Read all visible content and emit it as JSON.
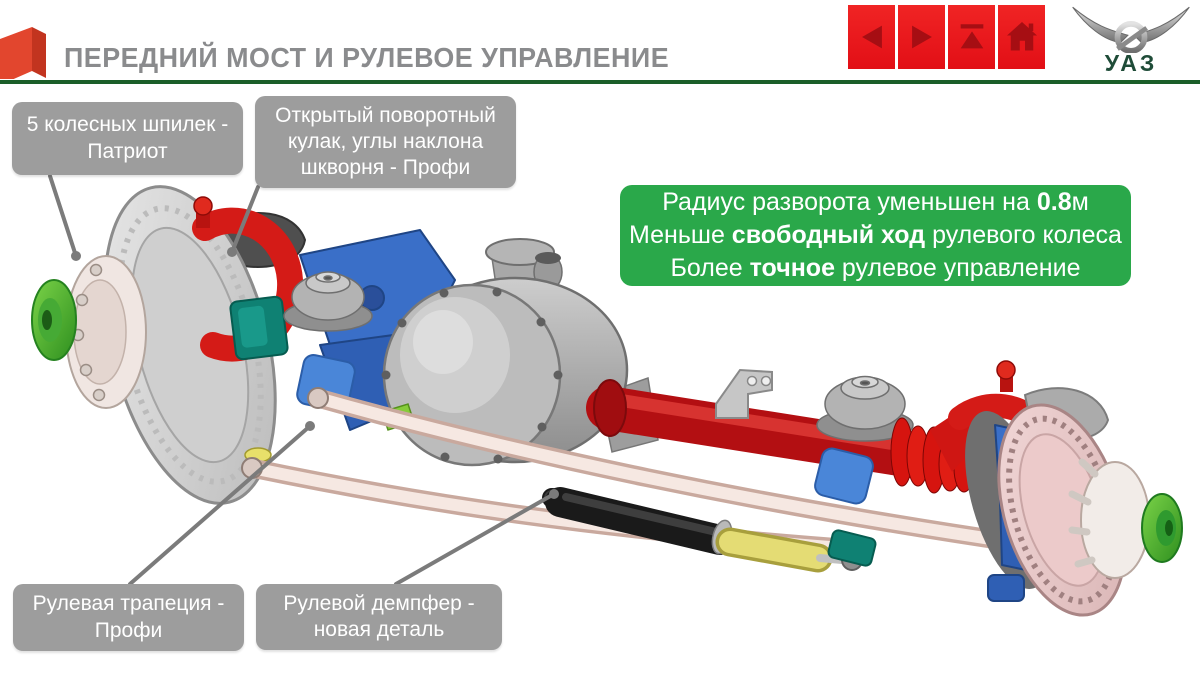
{
  "header": {
    "title": "ПЕРЕДНИЙ МОСТ И РУЛЕВОЕ УПРАВЛЕНИЕ",
    "brand": "УАЗ"
  },
  "nav": {
    "icons": {
      "left-arrow-icon": "◀",
      "right-arrow-icon": "▶",
      "to-top-icon": "⏶",
      "home-icon": "⌂"
    }
  },
  "callouts": {
    "wheel_studs": "5 колесных шпилек - Патриот",
    "steering_knuckle": "Открытый поворотный кулак, углы наклона шкворня - Профи",
    "steering_trapezoid": "Рулевая трапеция - Профи",
    "steering_damper": "Рулевой демпфер - новая деталь"
  },
  "benefits": {
    "line1": {
      "pre": "Радиус разворота уменьшен на ",
      "bold": "0.8",
      "post": "м"
    },
    "line2": {
      "pre": "Меньше ",
      "bold": "свободный ход",
      "post": " рулевого колеса"
    },
    "line3": {
      "pre": "Более ",
      "bold": "точное",
      "post": " рулевое управление"
    }
  },
  "colors": {
    "accent_red": "#E31E24",
    "nav_glyph_red": "#A60E13",
    "divider_green": "#1B5E29",
    "benefit_green": "#2AA84A",
    "callout_gray": "#9D9D9D",
    "title_gray": "#8A8B8D",
    "brand_green": "#1F4C38",
    "axle_red": "#C21212",
    "knuckle_blue": "#3A6FC8",
    "hub_cap_green": "#3FAE3A"
  }
}
